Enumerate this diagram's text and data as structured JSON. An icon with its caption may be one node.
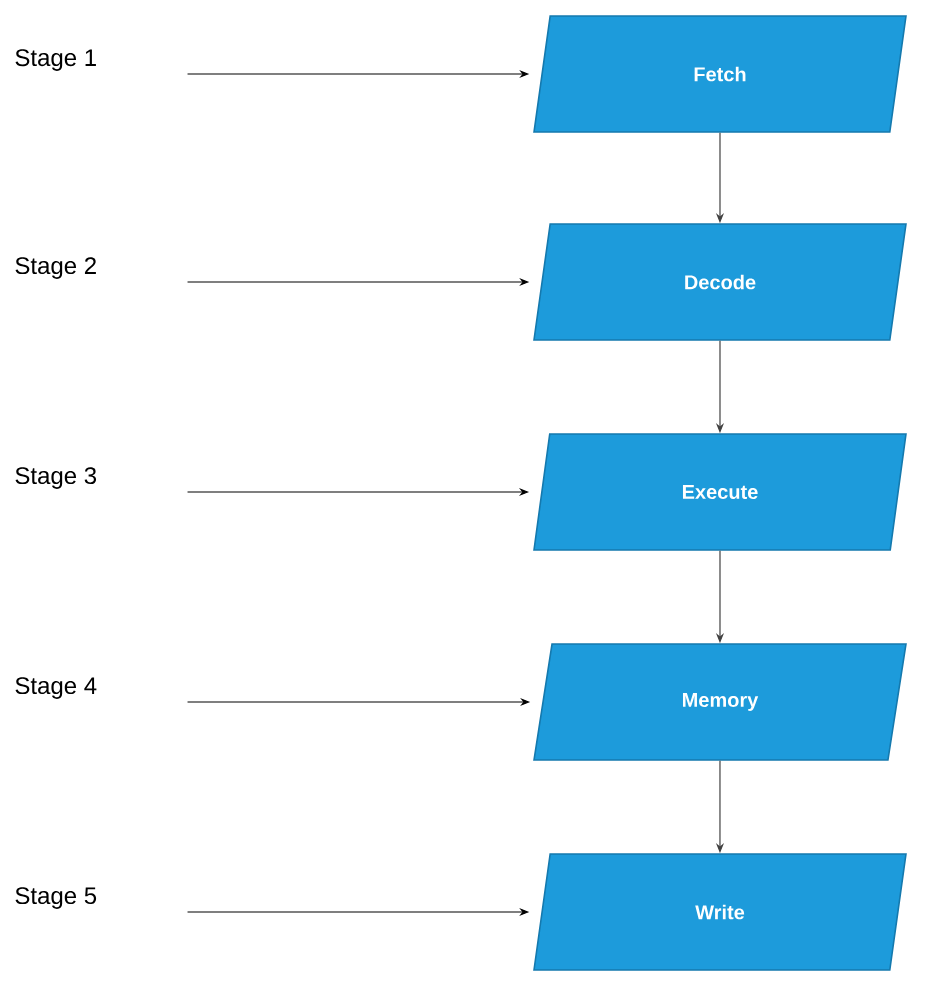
{
  "diagram": {
    "nodes": [
      {
        "text": [
          "Stage 1"
        ]
      },
      {
        "text": [
          "Fetch"
        ]
      },
      {
        "text": [
          "Stage 2"
        ]
      },
      {
        "text": [
          "Decode"
        ]
      },
      {
        "text": [
          "Stage 3"
        ]
      },
      {
        "text": [
          "Execute"
        ]
      },
      {
        "text": [
          "Stage 4"
        ]
      },
      {
        "text": [
          "Memory"
        ]
      },
      {
        "text": [
          "Stage 5"
        ]
      },
      {
        "text": [
          "Write"
        ]
      }
    ],
    "edges": [
      {
        "from": 0,
        "to": 1,
        "arrow": "to"
      },
      {
        "from": 2,
        "to": 3,
        "arrow": "to"
      },
      {
        "from": 4,
        "to": 5,
        "arrow": "to"
      },
      {
        "from": 6,
        "to": 7,
        "arrow": "to"
      },
      {
        "from": 8,
        "to": 9,
        "arrow": "to"
      },
      {
        "from": 1,
        "to": 3,
        "arrow": "to"
      },
      {
        "from": 3,
        "to": 5,
        "arrow": "to"
      },
      {
        "from": 5,
        "to": 7,
        "arrow": "to"
      },
      {
        "from": 7,
        "to": 9,
        "arrow": "to"
      }
    ]
  }
}
